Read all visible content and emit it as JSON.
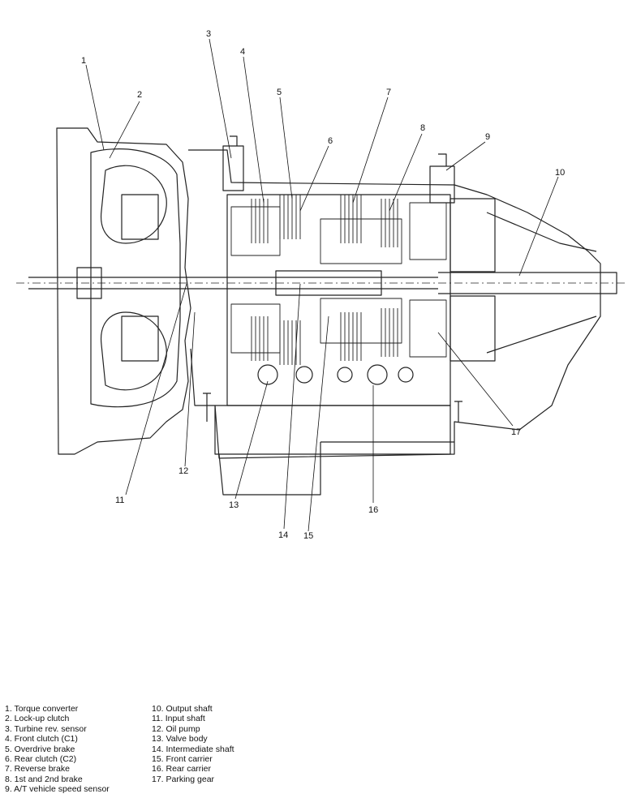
{
  "callouts": [
    "1",
    "2",
    "3",
    "4",
    "5",
    "6",
    "7",
    "8",
    "9",
    "10",
    "11",
    "12",
    "13",
    "14",
    "15",
    "16",
    "17"
  ],
  "legend": {
    "left": [
      "1.  Torque converter",
      "2.  Lock-up clutch",
      "3.  Turbine rev. sensor",
      "4.  Front clutch (C1)",
      "5.  Overdrive brake",
      "6.  Rear clutch (C2)",
      "7.  Reverse brake",
      "8.  1st and 2nd brake",
      "9.  A/T vehicle speed sensor"
    ],
    "right": [
      "10.  Output shaft",
      "11.  Input shaft",
      "12.  Oil pump",
      "13.  Valve body",
      "14.  Intermediate shaft",
      "15.  Front carrier",
      "16.  Rear carrier",
      "17.  Parking gear"
    ]
  }
}
